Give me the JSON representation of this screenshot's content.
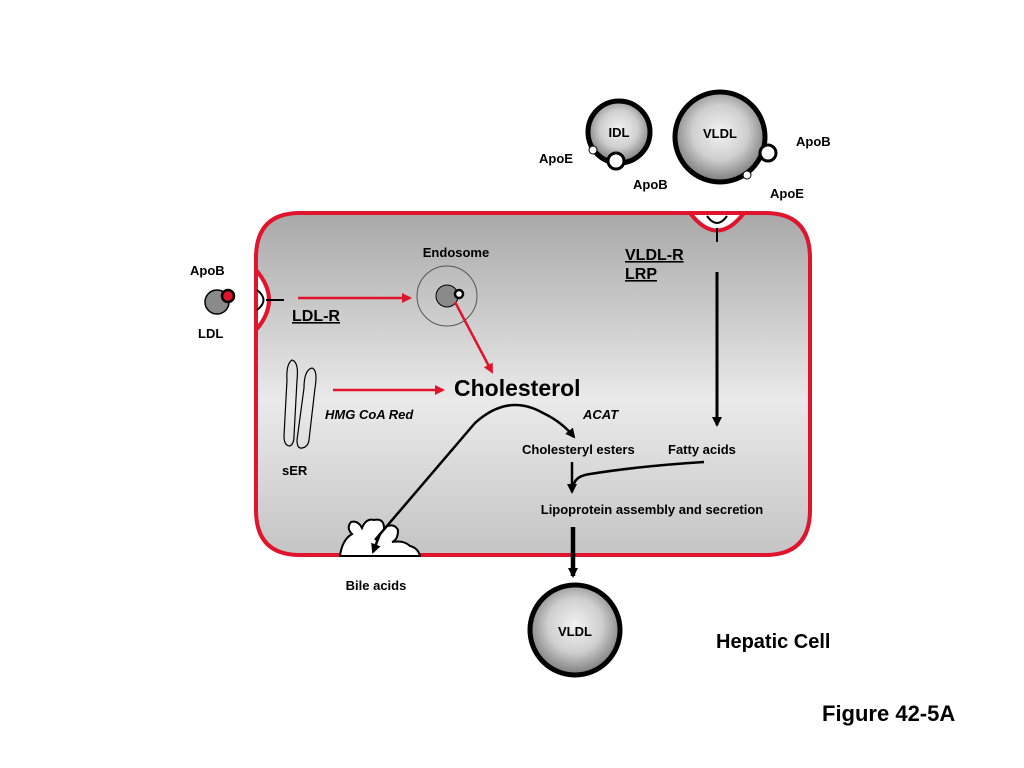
{
  "labels": {
    "idl": "IDL",
    "vldl_top": "VLDL",
    "apoe_idl": "ApoE",
    "apob_idl": "ApoB",
    "apob_vldl": "ApoB",
    "apoe_vldl": "ApoE",
    "apob_ldl": "ApoB",
    "ldl": "LDL",
    "ldl_r": "LDL-R",
    "endosome": "Endosome",
    "vldl_r": "VLDL-R",
    "lrp": "LRP",
    "cholesterol": "Cholesterol",
    "hmg": "HMG CoA Red",
    "ser": "sER",
    "acat": "ACAT",
    "cholesteryl_esters": "Cholesteryl esters",
    "fatty_acids": "Fatty acids",
    "lipoprotein": "Lipoprotein assembly and secretion",
    "bile_acids": "Bile acids",
    "vldl_bottom": "VLDL",
    "hepatic_cell": "Hepatic Cell",
    "figure": "Figure 42-5A"
  },
  "colors": {
    "membrane": "#e0142c",
    "red_arrow": "#e0142c",
    "ink": "#000000"
  }
}
